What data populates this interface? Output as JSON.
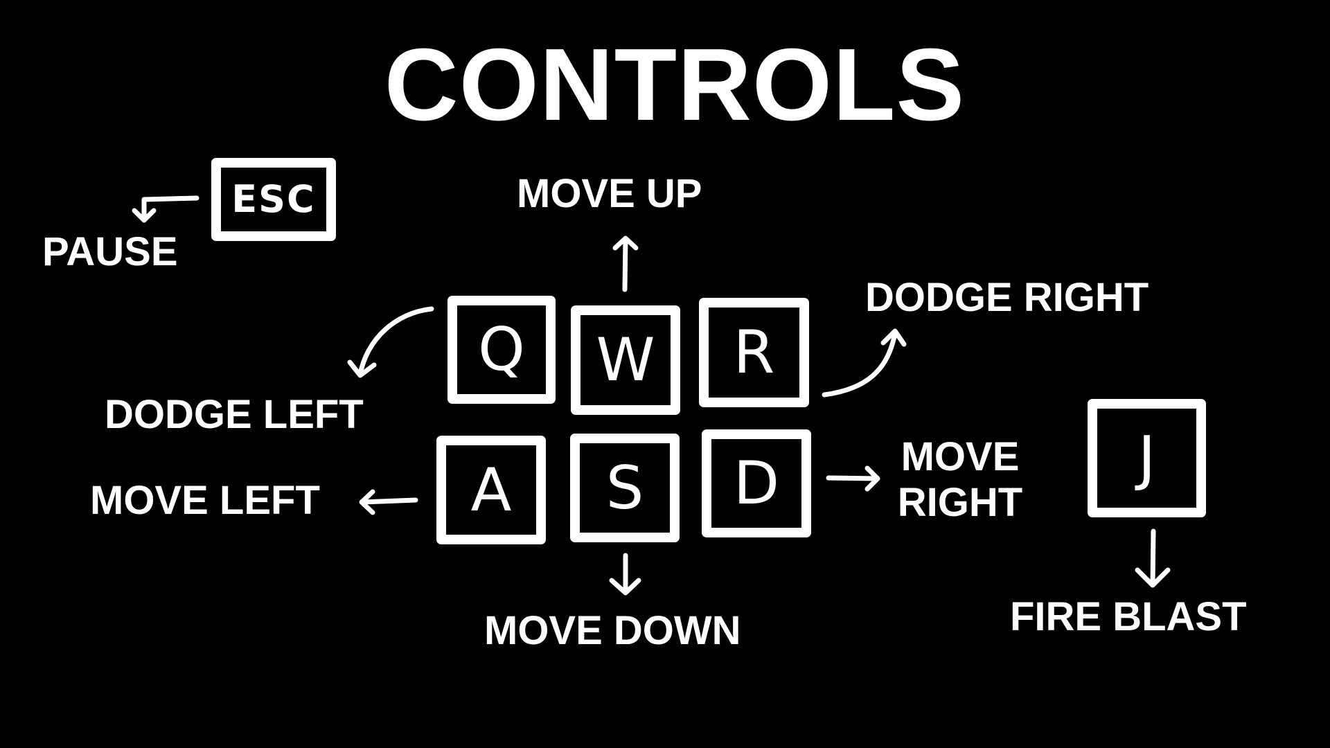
{
  "screen": {
    "title": "CONTROLS"
  },
  "keys": {
    "esc": "ESC",
    "q": "Q",
    "w": "W",
    "r": "R",
    "a": "A",
    "s": "S",
    "d": "D",
    "j": "J"
  },
  "actions": {
    "pause": "PAUSE",
    "move_up": "MOVE UP",
    "dodge_left": "DODGE LEFT",
    "dodge_right": "DODGE RIGHT",
    "move_left": "MOVE LEFT",
    "move_right": "MOVE RIGHT",
    "move_down": "MOVE DOWN",
    "fire_blast": "FIRE BLAST"
  },
  "colors": {
    "background": "#000000",
    "foreground": "#ffffff"
  }
}
